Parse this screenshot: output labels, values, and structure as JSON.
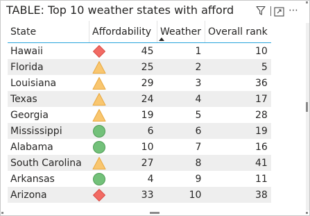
{
  "visual": {
    "title": "TABLE: Top 10 weather states with afford",
    "header_icons": {
      "filter": "filter-icon",
      "focus": "focus-mode-icon",
      "more": "more-options-icon"
    }
  },
  "table": {
    "columns": [
      {
        "key": "state",
        "label": "State"
      },
      {
        "key": "affordability",
        "label": "Affordability"
      },
      {
        "key": "weather",
        "label": "Weather",
        "sorted": "ascending"
      },
      {
        "key": "overall_rank",
        "label": "Overall rank"
      }
    ],
    "rows": [
      {
        "state": "Hawaii",
        "affordability": "45",
        "kpi": "diamond",
        "weather": "1",
        "overall_rank": "10"
      },
      {
        "state": "Florida",
        "affordability": "25",
        "kpi": "triangle",
        "weather": "2",
        "overall_rank": "5"
      },
      {
        "state": "Louisiana",
        "affordability": "29",
        "kpi": "triangle",
        "weather": "3",
        "overall_rank": "36"
      },
      {
        "state": "Texas",
        "affordability": "24",
        "kpi": "triangle",
        "weather": "4",
        "overall_rank": "17"
      },
      {
        "state": "Georgia",
        "affordability": "19",
        "kpi": "triangle",
        "weather": "5",
        "overall_rank": "28"
      },
      {
        "state": "Mississippi",
        "affordability": "6",
        "kpi": "circle",
        "weather": "6",
        "overall_rank": "19"
      },
      {
        "state": "Alabama",
        "affordability": "10",
        "kpi": "circle",
        "weather": "7",
        "overall_rank": "16"
      },
      {
        "state": "South Carolina",
        "affordability": "27",
        "kpi": "triangle",
        "weather": "8",
        "overall_rank": "41"
      },
      {
        "state": "Arkansas",
        "affordability": "4",
        "kpi": "circle",
        "weather": "9",
        "overall_rank": "11"
      },
      {
        "state": "Arizona",
        "affordability": "33",
        "kpi": "diamond",
        "weather": "10",
        "overall_rank": "38"
      }
    ]
  },
  "kpi_colors": {
    "diamond": {
      "fill": "#f26b64",
      "stroke": "#d94b44"
    },
    "triangle": {
      "fill": "#f9c66f",
      "stroke": "#e8a83e"
    },
    "circle": {
      "fill": "#73c17a",
      "stroke": "#4d9c54"
    }
  }
}
